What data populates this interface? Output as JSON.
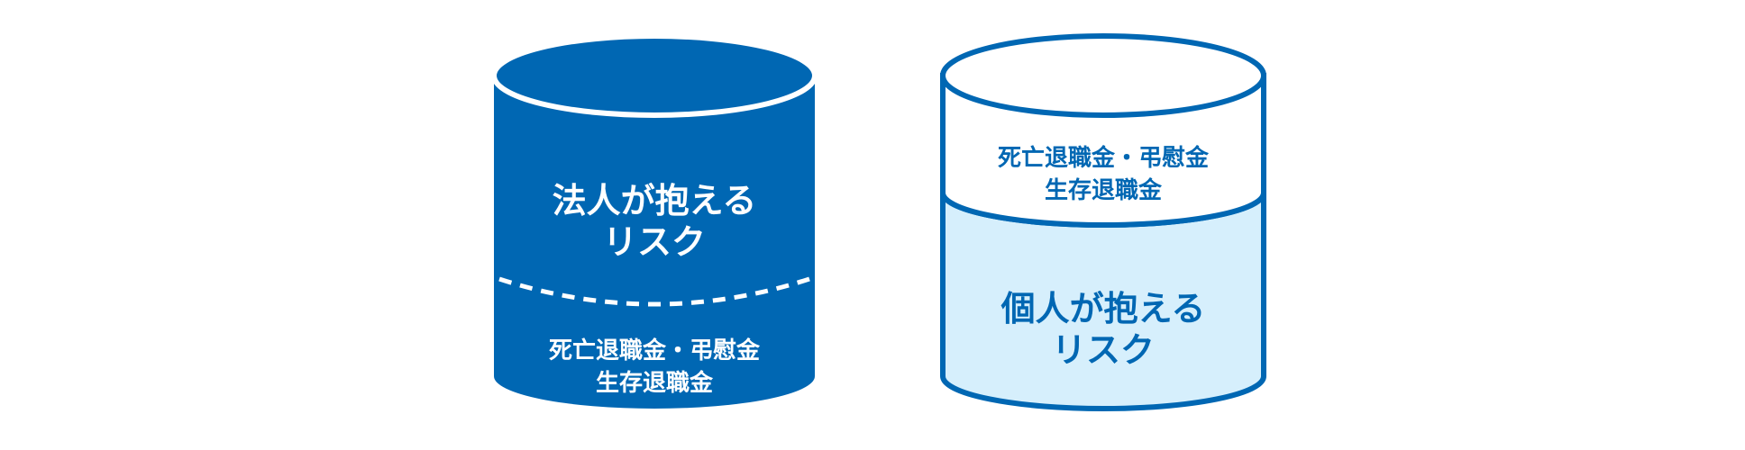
{
  "colors": {
    "primary_blue": "#0067b3",
    "light_blue": "#d6effc",
    "white": "#ffffff"
  },
  "left_cylinder": {
    "main_label": [
      "法人が抱える",
      "リスク"
    ],
    "sub_label": [
      "死亡退職金・弔慰金",
      "生存退職金"
    ]
  },
  "right_cylinder": {
    "top_label": [
      "死亡退職金・弔慰金",
      "生存退職金"
    ],
    "main_label": [
      "個人が抱える",
      "リスク"
    ]
  }
}
